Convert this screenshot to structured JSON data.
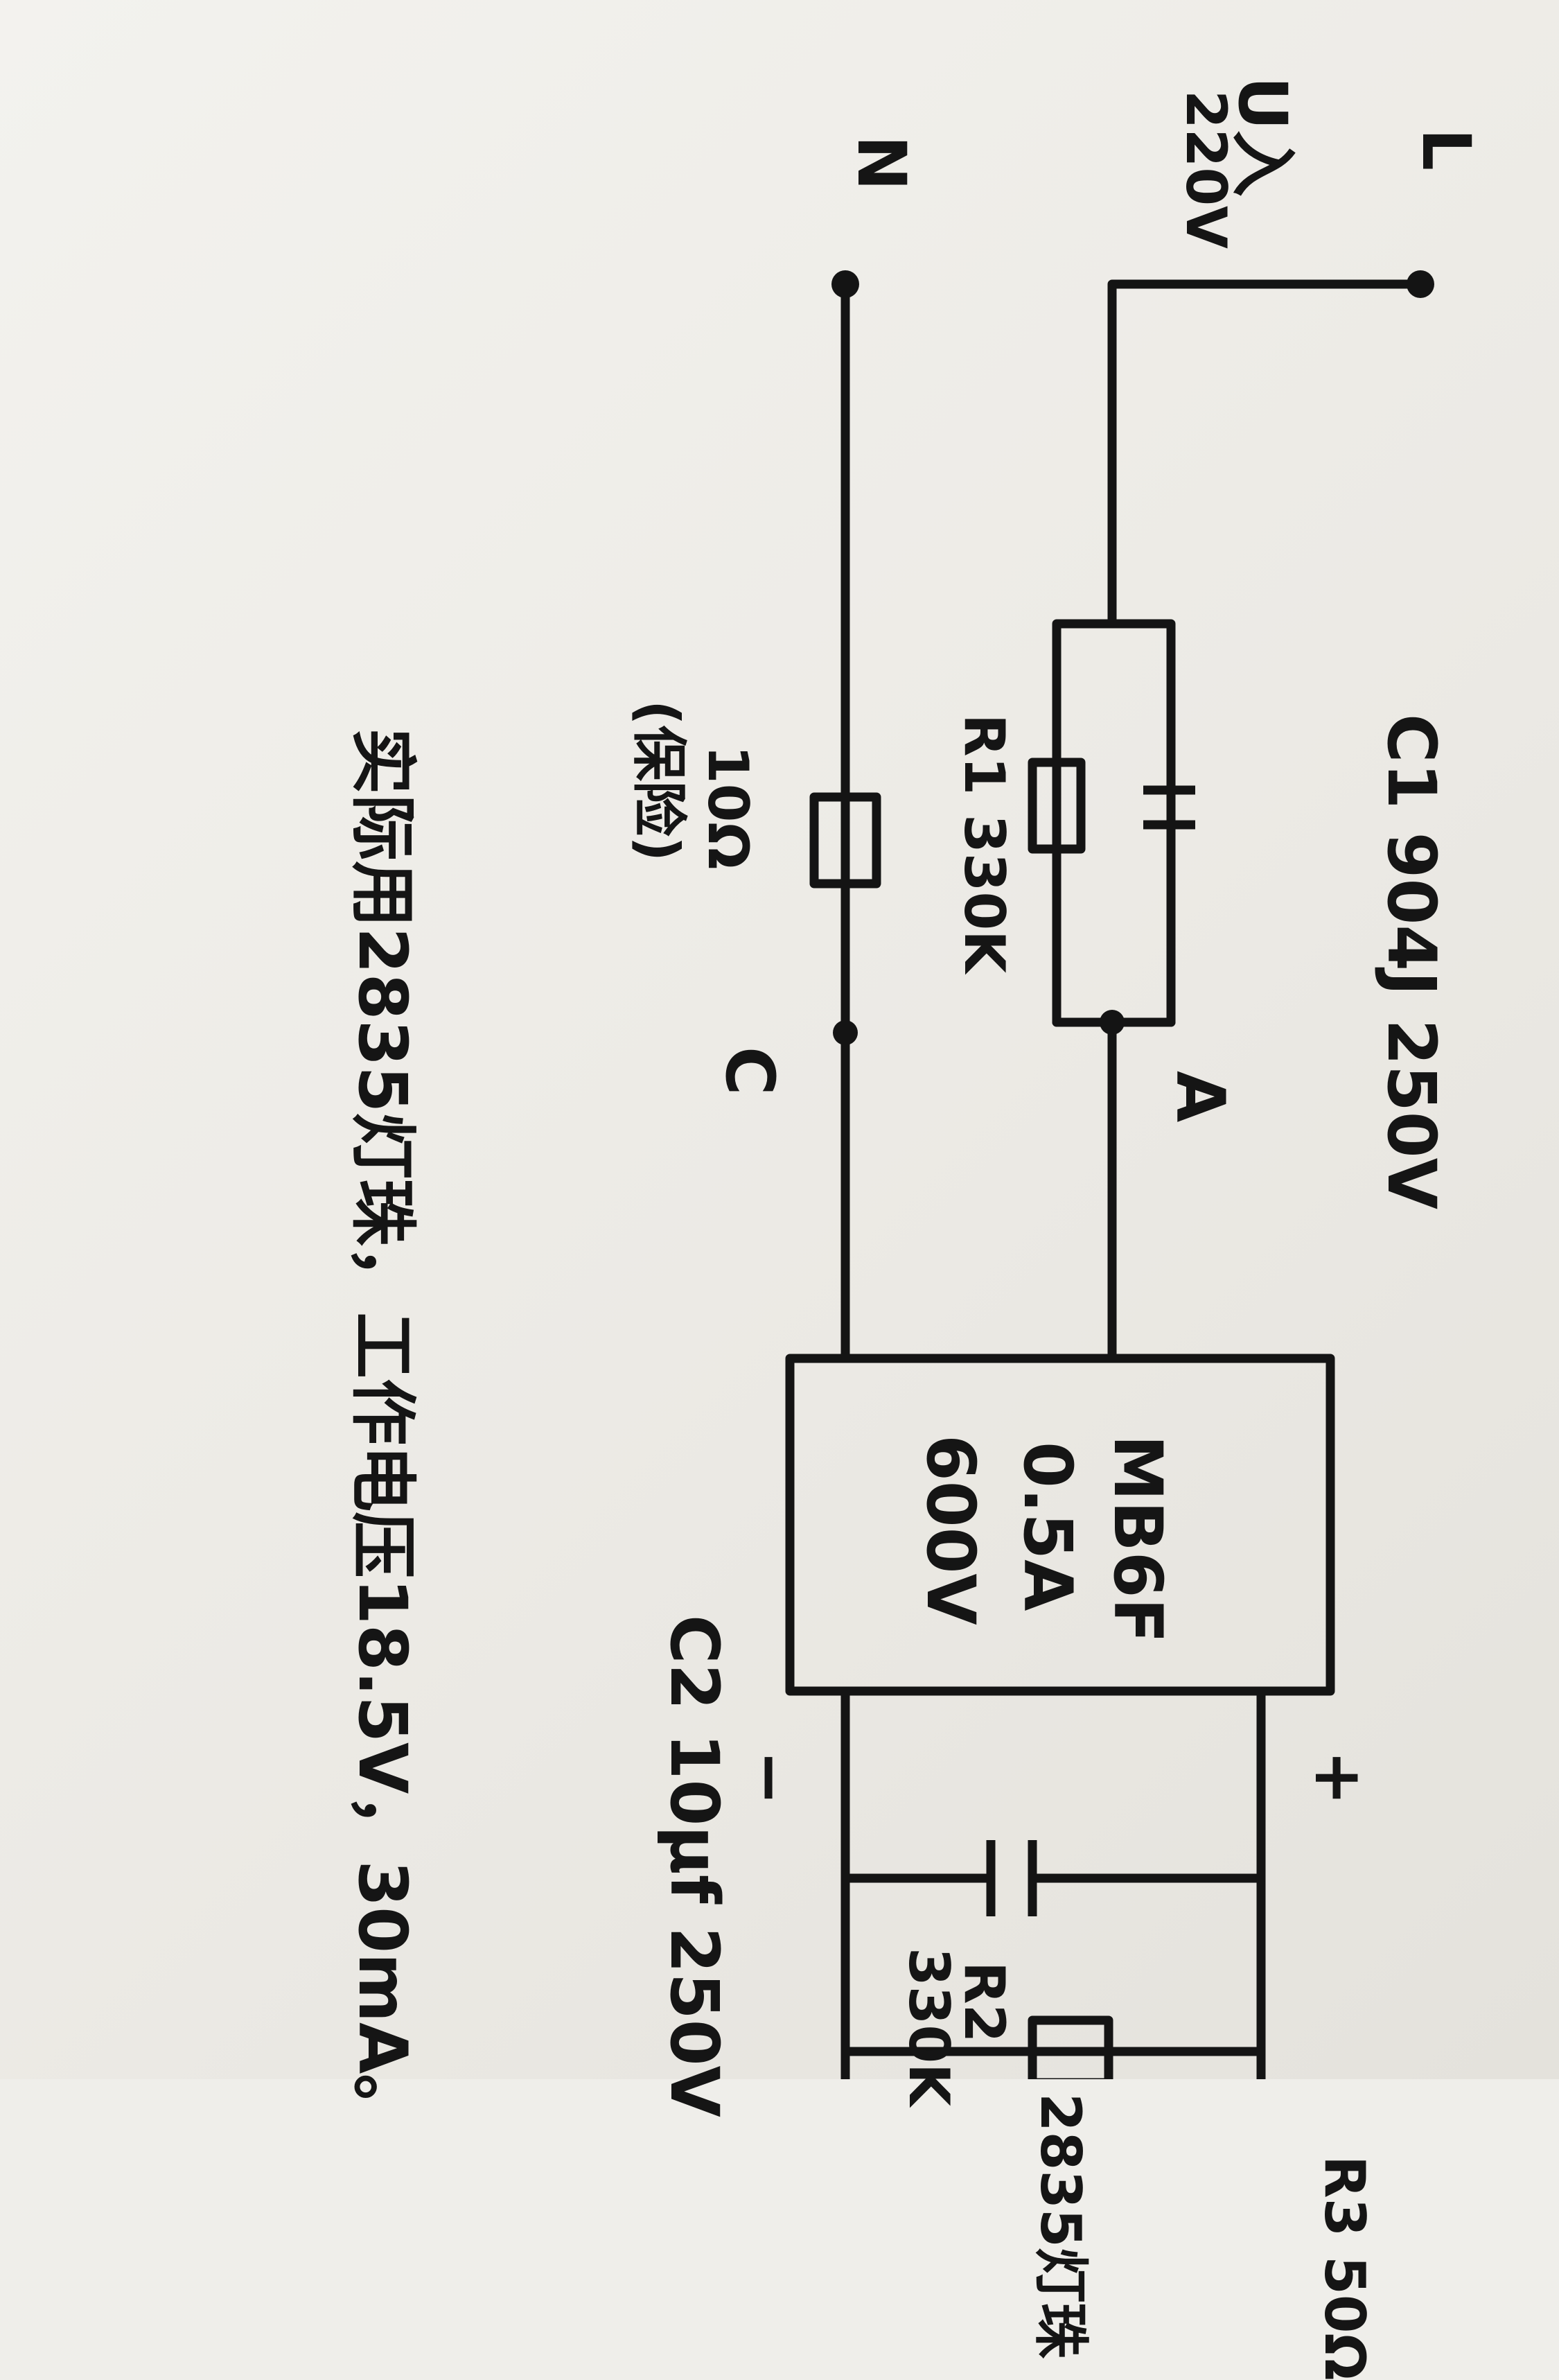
{
  "labels": {
    "c1": "C1 904J 250V",
    "l": "L",
    "n": "N",
    "uin": "U入",
    "v220": "220V",
    "r1": "R1 330K",
    "r_fuse": "10Ω",
    "fuse_note": "(保险)",
    "node_a": "A",
    "node_c": "C",
    "bridge_model": "MB6F",
    "bridge_current": "0.5A",
    "bridge_voltage": "600V",
    "plus": "+",
    "minus": "−",
    "c2": "C2 10μf 250V",
    "r2": "R2",
    "r2_value": "330K",
    "r3": "R3 50Ω",
    "led_string": "2835灯珠",
    "note": "实际用2835灯珠，工作电压18.5V，30mA。"
  }
}
